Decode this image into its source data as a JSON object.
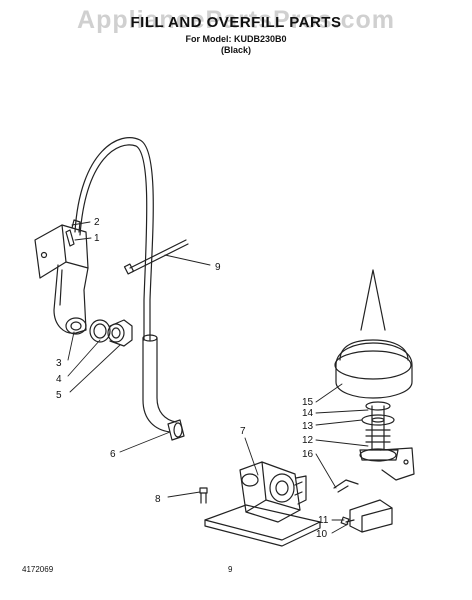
{
  "header": {
    "title": "FILL AND OVERFILL PARTS",
    "model_line": "For Model: KUDB230B0",
    "color_line": "(Black)"
  },
  "watermark": "AppliancePartsPros.com",
  "callouts": [
    "1",
    "2",
    "3",
    "4",
    "5",
    "6",
    "7",
    "8",
    "9",
    "10",
    "11",
    "12",
    "13",
    "14",
    "15",
    "16"
  ],
  "footer": {
    "doc_number": "4172069",
    "page_number": "9"
  }
}
